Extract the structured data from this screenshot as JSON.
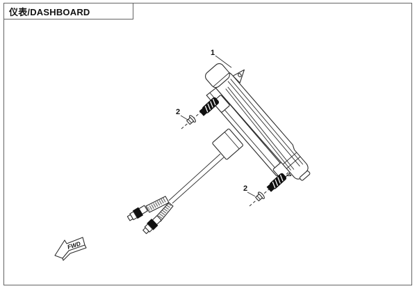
{
  "window": {
    "title_block": "仪表/DASHBOARD"
  },
  "diagram": {
    "callouts": {
      "c1": "1",
      "c2a": "2",
      "c2b": "2"
    },
    "direction_indicator": "FWD",
    "colors": {
      "line": "#2b2b2b",
      "screw_fill": "#101010",
      "frame_border": "#636363",
      "background": "#ffffff"
    }
  }
}
